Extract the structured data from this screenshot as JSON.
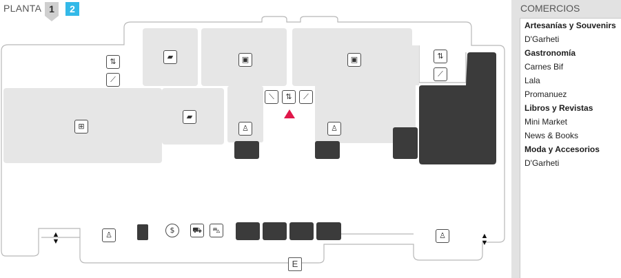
{
  "header": {
    "planta_label": "PLANTA",
    "floors": [
      {
        "label": "1",
        "active": false
      },
      {
        "label": "2",
        "active": true
      }
    ]
  },
  "colors": {
    "active_floor": "#33b9e8",
    "store_block": "#3b3b3b",
    "room_fill": "#e6e6e6",
    "you_are_here": "#e0174a"
  },
  "map": {
    "exit_label": "E",
    "icons": [
      "elevator-icon",
      "escalator-icon",
      "escalator-icon",
      "elevator-icon",
      "escalator-icon",
      "souvenir-icon",
      "luggage-icon",
      "luggage-icon",
      "souvenir-icon",
      "food-court-icon",
      "restroom-icon",
      "restroom-icon",
      "restroom-icon",
      "restroom-icon",
      "currency-exchange-icon",
      "taxi-icon",
      "car-rental-icon",
      "level-change-icon"
    ]
  },
  "sidebar": {
    "title": "COMERCIOS",
    "items": [
      {
        "label": "Artesanías y Souvenirs",
        "type": "category"
      },
      {
        "label": "D'Garheti",
        "type": "store"
      },
      {
        "label": "Gastronomía",
        "type": "category"
      },
      {
        "label": "Carnes Bif",
        "type": "store"
      },
      {
        "label": "Lala",
        "type": "store"
      },
      {
        "label": "Promanuez",
        "type": "store"
      },
      {
        "label": "Libros y Revistas",
        "type": "category"
      },
      {
        "label": "Mini Market",
        "type": "store"
      },
      {
        "label": "News & Books",
        "type": "store"
      },
      {
        "label": "Moda y Accesorios",
        "type": "category"
      },
      {
        "label": "D'Garheti",
        "type": "store"
      }
    ]
  }
}
